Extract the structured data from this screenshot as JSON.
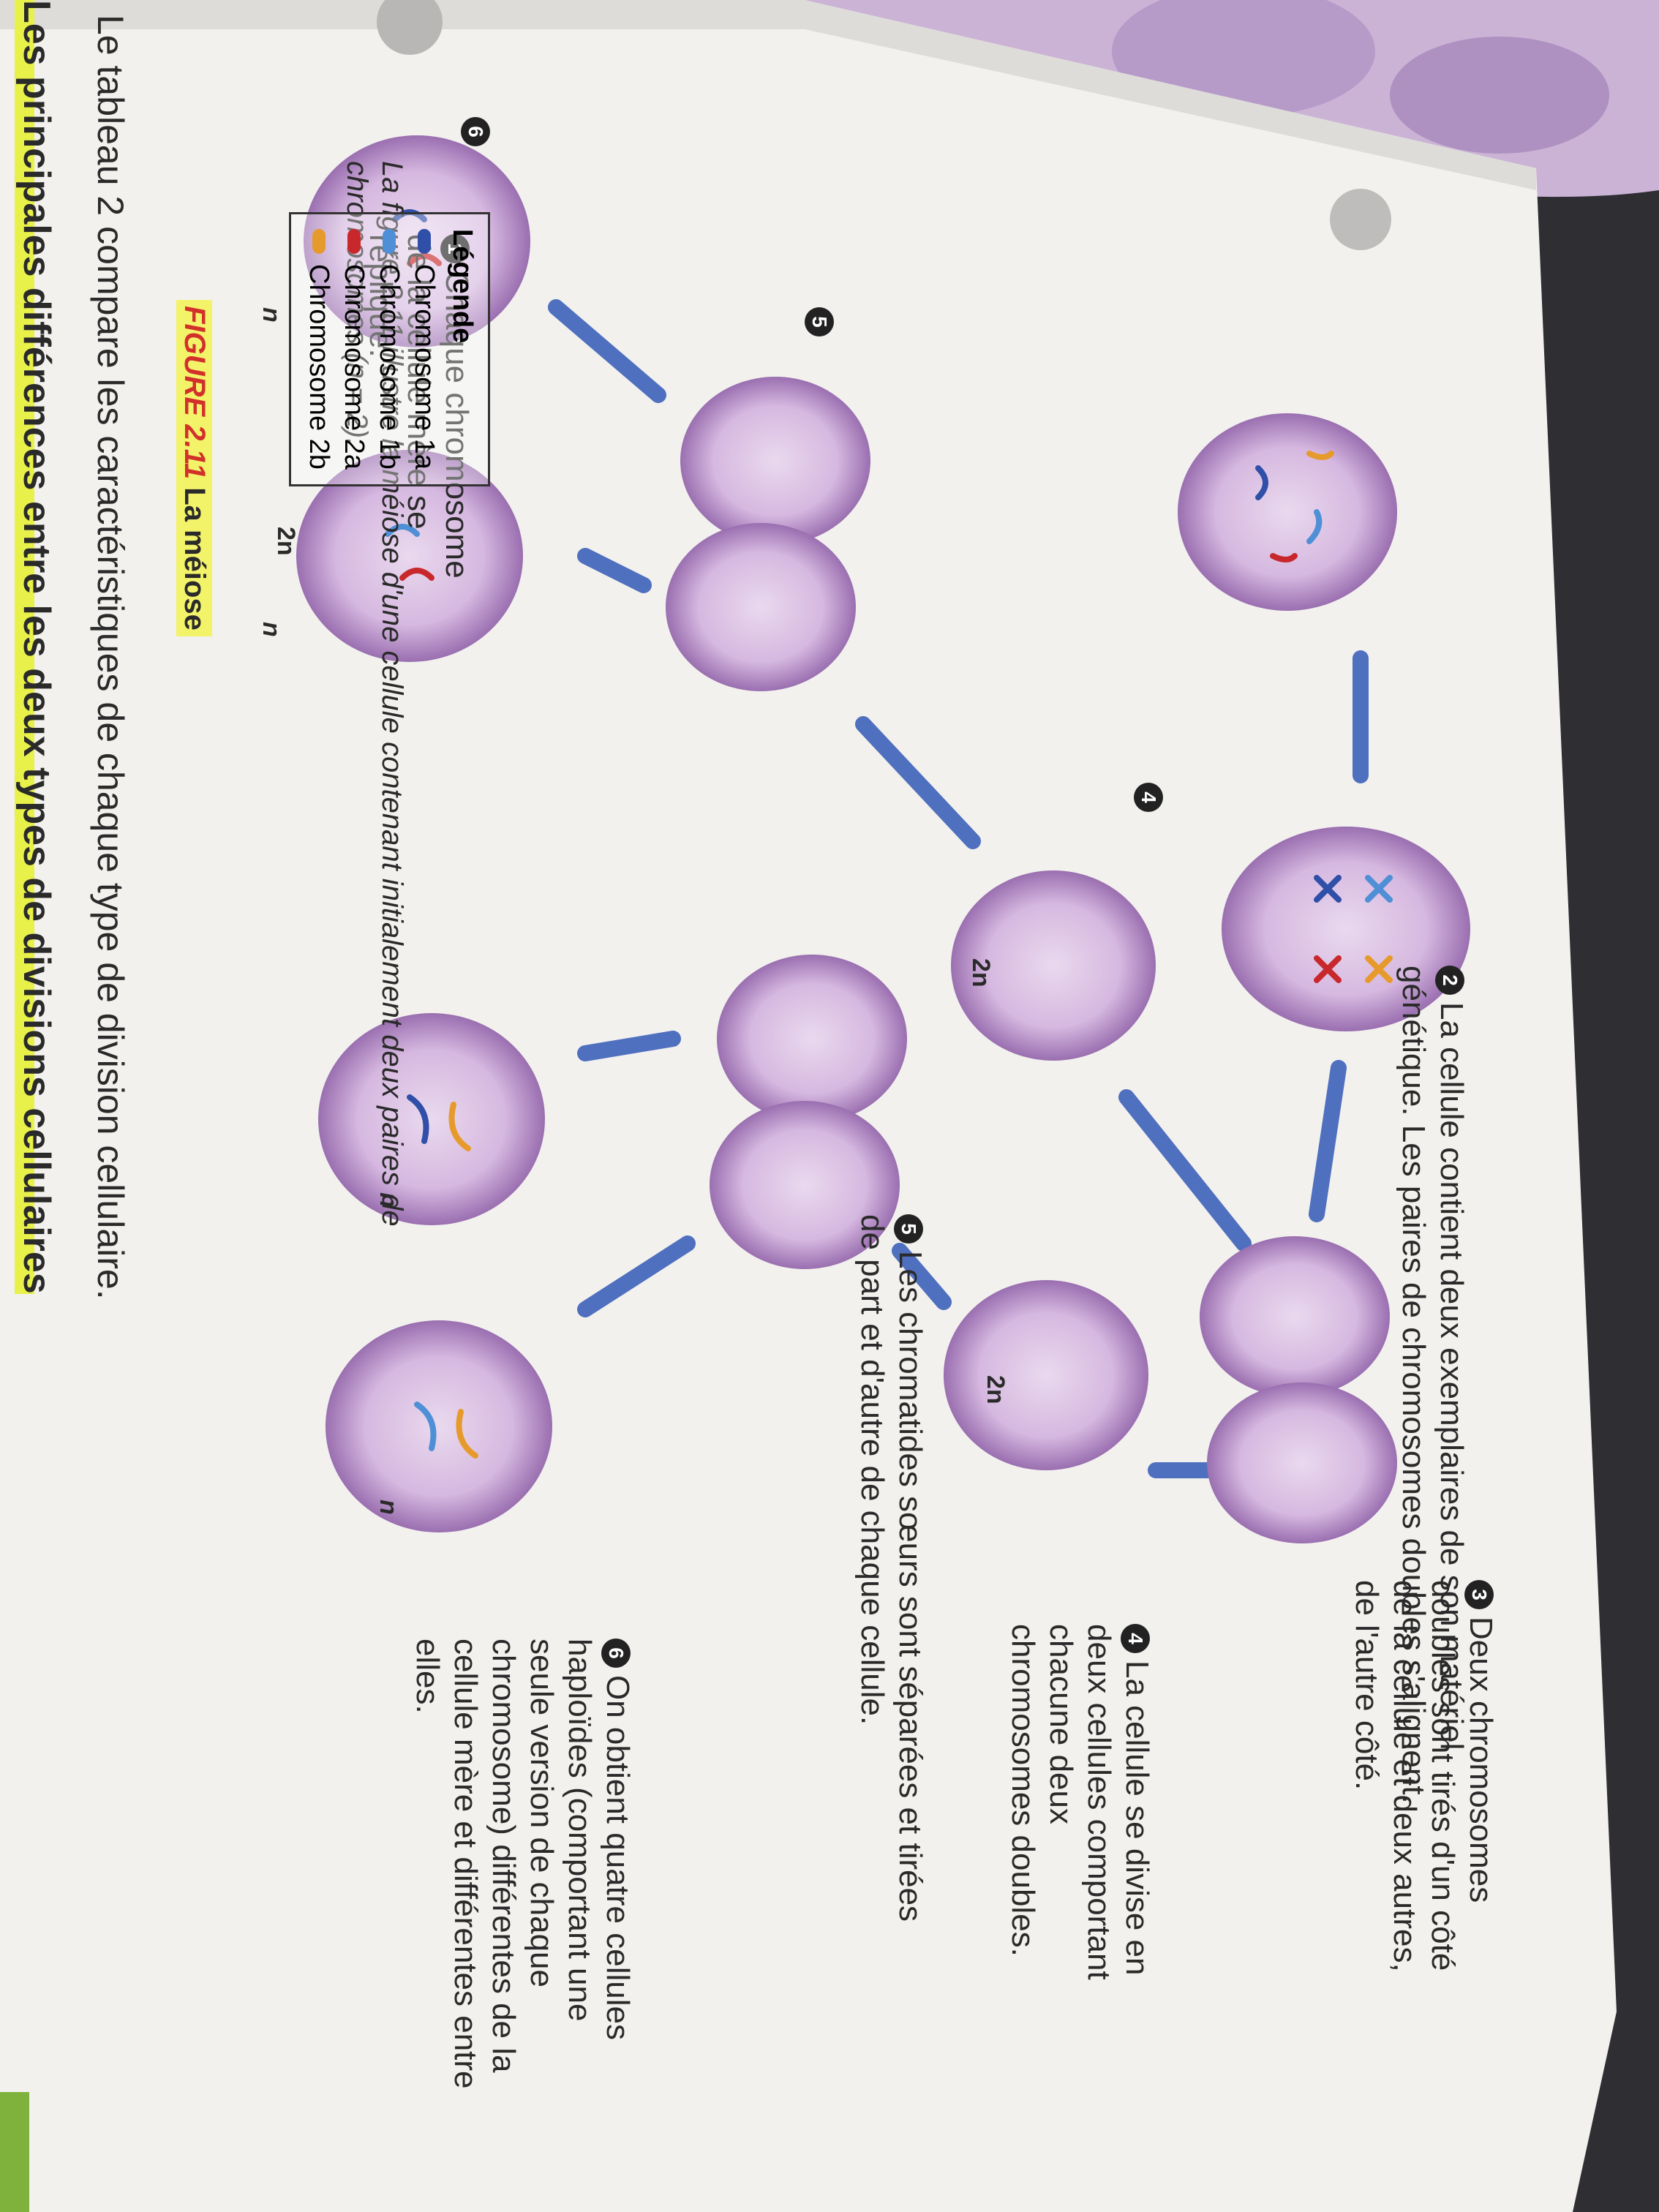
{
  "intro": "La figure 2.11 illustre la méiose d'une cellule contenant initialement deux paires de chromosomes (n = 2).",
  "steps": [
    {
      "num": "1",
      "text": "Chaque chromosome de la cellule mère se réplique."
    },
    {
      "num": "2",
      "text": "La cellule contient deux exemplaires de son matériel génétique. Les paires de chromosomes doubles s'alignent."
    },
    {
      "num": "3",
      "text": "Deux chromosomes doubles sont tirés d'un côté de la cellule et deux autres, de l'autre côté."
    },
    {
      "num": "4",
      "text": "La cellule se divise en deux cellules comportant chacune deux chromosomes doubles."
    },
    {
      "num": "5",
      "text": "Les chromatides sœurs sont séparées et tirées de part et d'autre de chaque cellule."
    },
    {
      "num": "6",
      "text": "On obtient quatre cellules haploïdes (comportant une seule version de chaque chromosome) différentes de la cellule mère et différentes entre elles."
    }
  ],
  "markers": {
    "n4a": "4",
    "n5a": "5",
    "n6a": "6"
  },
  "ploidy": {
    "diploid": "2n",
    "haploid": "n"
  },
  "legend": {
    "title": "Légende",
    "items": [
      {
        "label": "Chromosome 1a",
        "color": "#2f4fa8"
      },
      {
        "label": "Chromosome 1b",
        "color": "#4f8fd6"
      },
      {
        "label": "Chromosome 2a",
        "color": "#c8282c"
      },
      {
        "label": "Chromosome 2b",
        "color": "#e79a2c"
      }
    ]
  },
  "figure": {
    "label": "FIGURE 2.11",
    "title": "La méiose"
  },
  "sentence": "Le tableau 2 compare les caractéristiques de chaque type de division cellulaire.",
  "subhead": "Les principales différences entre les deux types de divisions cellulaires"
}
